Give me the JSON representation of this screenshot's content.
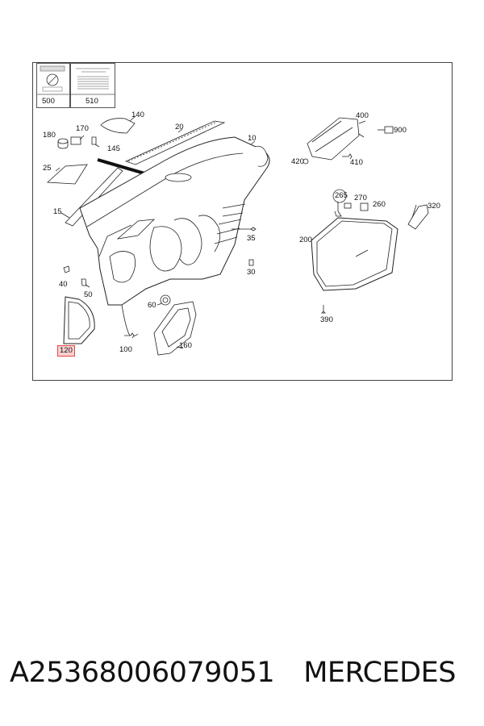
{
  "diagram": {
    "labels": {
      "l500": "500",
      "l510": "510",
      "l140": "140",
      "l170": "170",
      "l180": "180",
      "l145": "145",
      "l20": "20",
      "l10": "10",
      "l25": "25",
      "l15": "15",
      "l400": "400",
      "l900": "900",
      "l420": "420",
      "l410": "410",
      "l265": "265",
      "l270": "270",
      "l260": "260",
      "l320": "320",
      "l35": "35",
      "l200": "200",
      "l40": "40",
      "l50": "50",
      "l30": "30",
      "l60": "60",
      "l120": "120",
      "l100": "100",
      "l160": "160",
      "l390": "390"
    },
    "highlight_color": "#e04848"
  },
  "footer": {
    "part_number": "A25368006079051",
    "brand": "MERCEDES"
  }
}
